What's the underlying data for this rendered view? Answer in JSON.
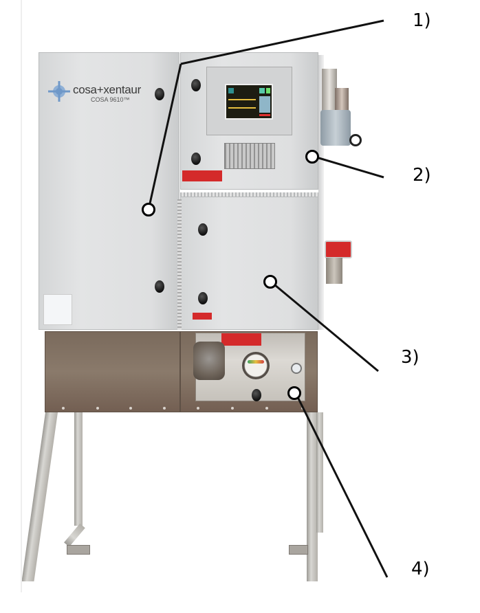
{
  "image": {
    "description": "Cosa+Xentaur COSA 9610 analyzer cabinet on stand with numbered callouts",
    "brand": "cosa+xentaur",
    "model": "COSA 9610™"
  },
  "callouts": [
    {
      "id": 1,
      "label": "1)",
      "target": "left enclosure door"
    },
    {
      "id": 2,
      "label": "2)",
      "target": "sample inlet valve assembly"
    },
    {
      "id": 3,
      "label": "3)",
      "target": "lower right enclosure door"
    },
    {
      "id": 4,
      "label": "4)",
      "target": "flow / pressure control panel"
    }
  ],
  "components": {
    "display": "touchscreen-display",
    "keypad": "keypad",
    "gauge": "differential-pressure-gauge",
    "meter": "flow-meter"
  },
  "colors": {
    "enclosure": "#dedfe0",
    "base_panel": "#7a6a5c",
    "warning_label": "#d42a2a",
    "logo_blue": "#6f98c8"
  }
}
